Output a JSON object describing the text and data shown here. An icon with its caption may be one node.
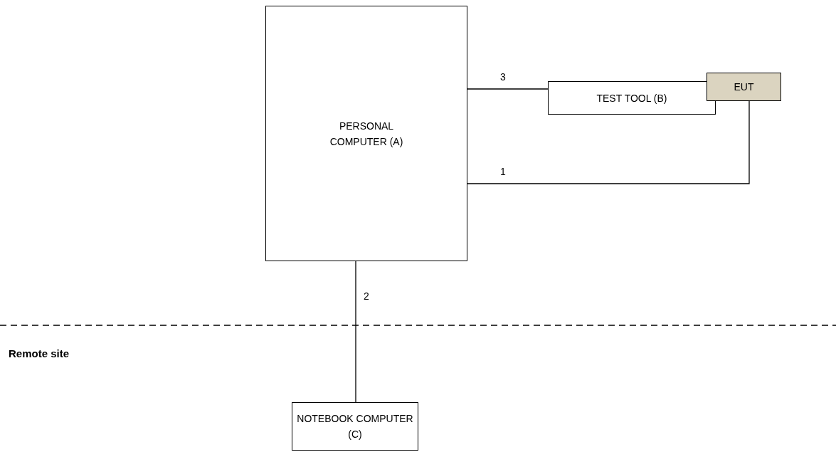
{
  "diagram": {
    "nodes": [
      {
        "text": [
          "PERSONAL COMPUTER (A)"
        ]
      },
      {
        "text": [
          "TEST TOOL (B)"
        ]
      },
      {
        "text": [
          "EUT"
        ]
      },
      {
        "text": [
          "NOTEBOOK COMPUTER (C)"
        ]
      }
    ],
    "edges": [
      {
        "from": 0,
        "to": 1,
        "arrow": "none",
        "label": "3"
      },
      {
        "from": 0,
        "to": 2,
        "arrow": "none",
        "label": "1"
      },
      {
        "from": 0,
        "to": 3,
        "arrow": "none",
        "label": "2"
      }
    ],
    "labels": [
      "Remote site"
    ]
  }
}
